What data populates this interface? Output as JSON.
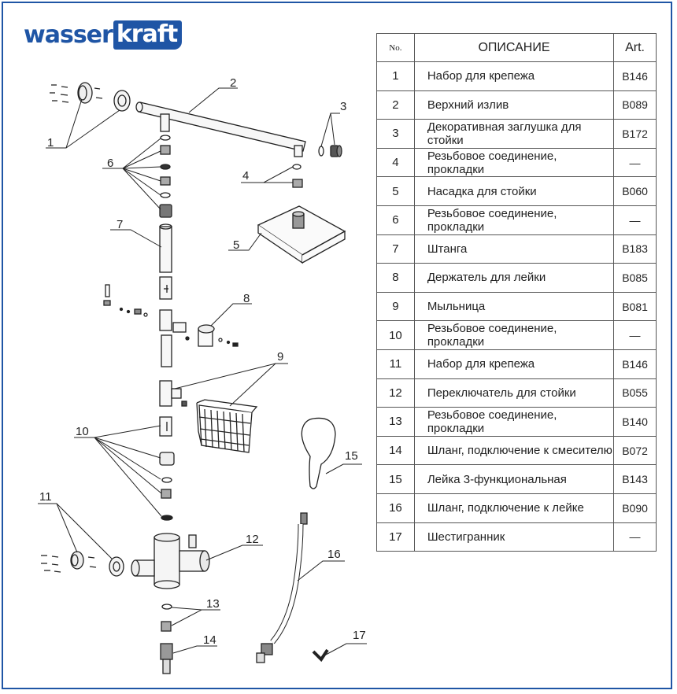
{
  "brand": {
    "part1": "wasser",
    "part2": "kraft",
    "color": "#1f55a5"
  },
  "table": {
    "headers": {
      "no": "No.",
      "description": "ОПИСАНИЕ",
      "art": "Art."
    },
    "rows": [
      {
        "no": "1",
        "desc": "Набор для крепежа",
        "art": "B146"
      },
      {
        "no": "2",
        "desc": "Верхний излив",
        "art": "B089"
      },
      {
        "no": "3",
        "desc": "Декоративная заглушка для стойки",
        "art": "B172"
      },
      {
        "no": "4",
        "desc": "Резьбовое соединение, прокладки",
        "art": "—"
      },
      {
        "no": "5",
        "desc": "Насадка для стойки",
        "art": "B060"
      },
      {
        "no": "6",
        "desc": "Резьбовое соединение, прокладки",
        "art": "—"
      },
      {
        "no": "7",
        "desc": "Штанга",
        "art": "B183"
      },
      {
        "no": "8",
        "desc": "Держатель для лейки",
        "art": "B085"
      },
      {
        "no": "9",
        "desc": "Мыльница",
        "art": "B081"
      },
      {
        "no": "10",
        "desc": "Резьбовое соединение, прокладки",
        "art": "—"
      },
      {
        "no": "11",
        "desc": "Набор для крепежа",
        "art": "B146"
      },
      {
        "no": "12",
        "desc": "Переключатель для стойки",
        "art": "B055"
      },
      {
        "no": "13",
        "desc": "Резьбовое соединение, прокладки",
        "art": "B140"
      },
      {
        "no": "14",
        "desc": "Шланг, подключение к смесителю",
        "art": "B072"
      },
      {
        "no": "15",
        "desc": "Лейка 3-функциональная",
        "art": "B143"
      },
      {
        "no": "16",
        "desc": "Шланг, подключение к лейке",
        "art": "B090"
      },
      {
        "no": "17",
        "desc": "Шестигранник",
        "art": "—"
      }
    ]
  },
  "callouts": [
    "1",
    "2",
    "3",
    "4",
    "5",
    "6",
    "7",
    "8",
    "9",
    "10",
    "11",
    "12",
    "13",
    "14",
    "15",
    "16",
    "17"
  ]
}
